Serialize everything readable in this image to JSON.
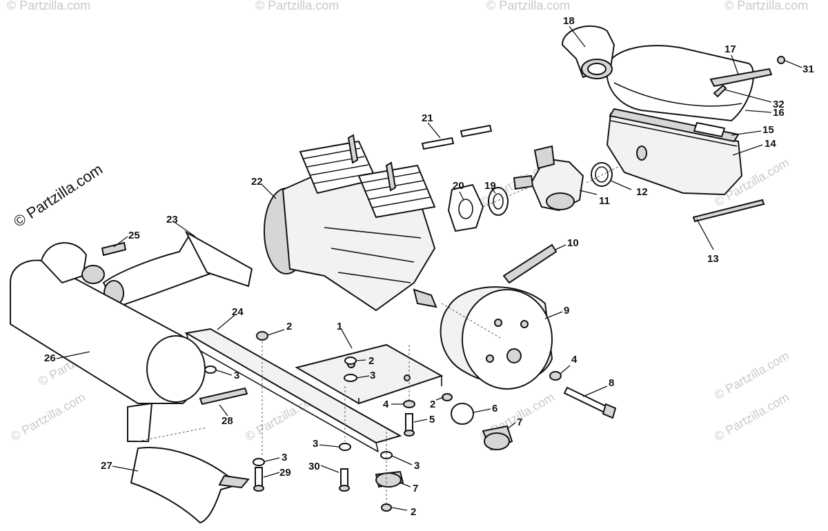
{
  "watermark": {
    "main": "© Partzilla.com",
    "repeat": "© Partzilla.com"
  },
  "callouts": [
    {
      "id": "c1",
      "label": "1"
    },
    {
      "id": "c2a",
      "label": "2"
    },
    {
      "id": "c2b",
      "label": "2"
    },
    {
      "id": "c2c",
      "label": "2"
    },
    {
      "id": "c2d",
      "label": "2"
    },
    {
      "id": "c3a",
      "label": "3"
    },
    {
      "id": "c3b",
      "label": "3"
    },
    {
      "id": "c3c",
      "label": "3"
    },
    {
      "id": "c3d",
      "label": "3"
    },
    {
      "id": "c3e",
      "label": "3"
    },
    {
      "id": "c4a",
      "label": "4"
    },
    {
      "id": "c4b",
      "label": "4"
    },
    {
      "id": "c5",
      "label": "5"
    },
    {
      "id": "c6",
      "label": "6"
    },
    {
      "id": "c7a",
      "label": "7"
    },
    {
      "id": "c7b",
      "label": "7"
    },
    {
      "id": "c8",
      "label": "8"
    },
    {
      "id": "c9",
      "label": "9"
    },
    {
      "id": "c10",
      "label": "10"
    },
    {
      "id": "c11",
      "label": "11"
    },
    {
      "id": "c12",
      "label": "12"
    },
    {
      "id": "c13",
      "label": "13"
    },
    {
      "id": "c14",
      "label": "14"
    },
    {
      "id": "c15",
      "label": "15"
    },
    {
      "id": "c16",
      "label": "16"
    },
    {
      "id": "c17",
      "label": "17"
    },
    {
      "id": "c18",
      "label": "18"
    },
    {
      "id": "c19",
      "label": "19"
    },
    {
      "id": "c20",
      "label": "20"
    },
    {
      "id": "c21",
      "label": "21"
    },
    {
      "id": "c22",
      "label": "22"
    },
    {
      "id": "c23",
      "label": "23"
    },
    {
      "id": "c24",
      "label": "24"
    },
    {
      "id": "c25",
      "label": "25"
    },
    {
      "id": "c26",
      "label": "26"
    },
    {
      "id": "c27",
      "label": "27"
    },
    {
      "id": "c28",
      "label": "28"
    },
    {
      "id": "c29",
      "label": "29"
    },
    {
      "id": "c30",
      "label": "30"
    },
    {
      "id": "c31",
      "label": "31"
    },
    {
      "id": "c32",
      "label": "32"
    }
  ]
}
